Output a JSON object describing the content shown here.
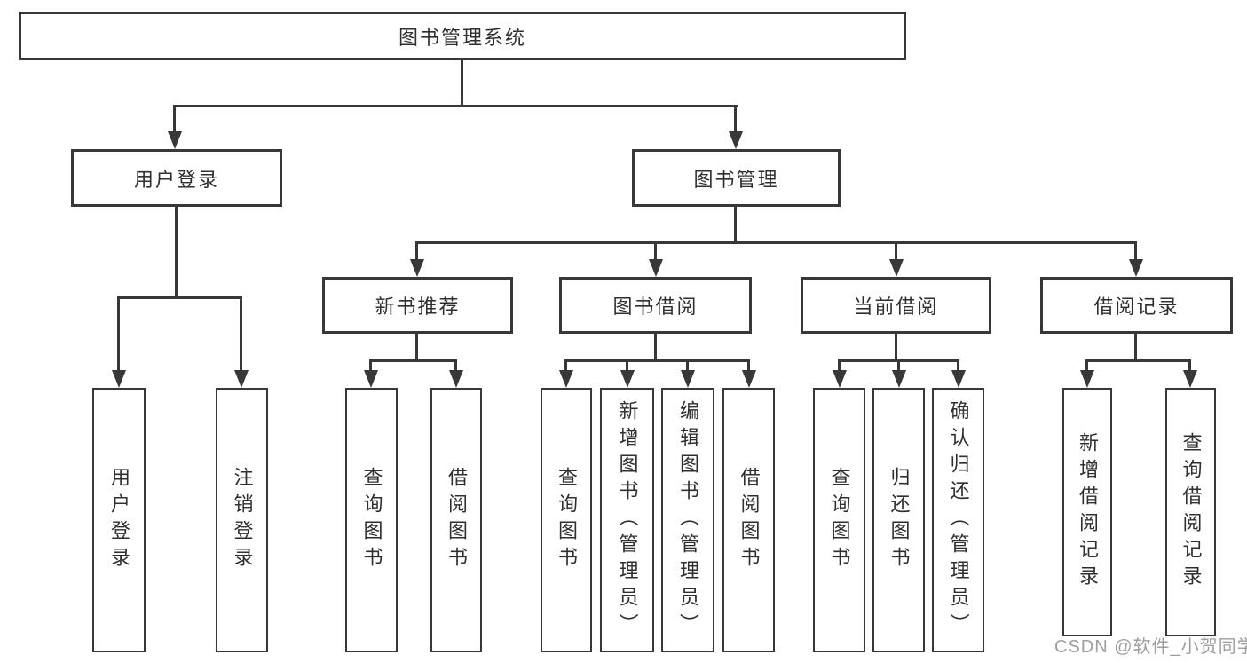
{
  "diagram": {
    "title": "图书管理系统",
    "branches": [
      {
        "label": "用户登录",
        "children": [
          {
            "label": "用户登录"
          },
          {
            "label": "注销登录"
          }
        ]
      },
      {
        "label": "图书管理",
        "children": [
          {
            "label": "新书推荐",
            "children": [
              {
                "label": "查询图书"
              },
              {
                "label": "借阅图书"
              }
            ]
          },
          {
            "label": "图书借阅",
            "children": [
              {
                "label": "查询图书"
              },
              {
                "label": "新增图书（管理员）"
              },
              {
                "label": "编辑图书（管理员）"
              },
              {
                "label": "借阅图书"
              }
            ]
          },
          {
            "label": "当前借阅",
            "children": [
              {
                "label": "查询图书"
              },
              {
                "label": "归还图书"
              },
              {
                "label": "确认归还（管理员）"
              }
            ]
          },
          {
            "label": "借阅记录",
            "children": [
              {
                "label": "新增借阅记录"
              },
              {
                "label": "查询借阅记录"
              }
            ]
          }
        ]
      }
    ]
  },
  "watermark": {
    "text": "CSDN @软件_小贺同学"
  },
  "colors": {
    "line": "#383838",
    "text": "#2f2f2f",
    "watermark": "#9e9e9e",
    "background": "#ffffff"
  }
}
